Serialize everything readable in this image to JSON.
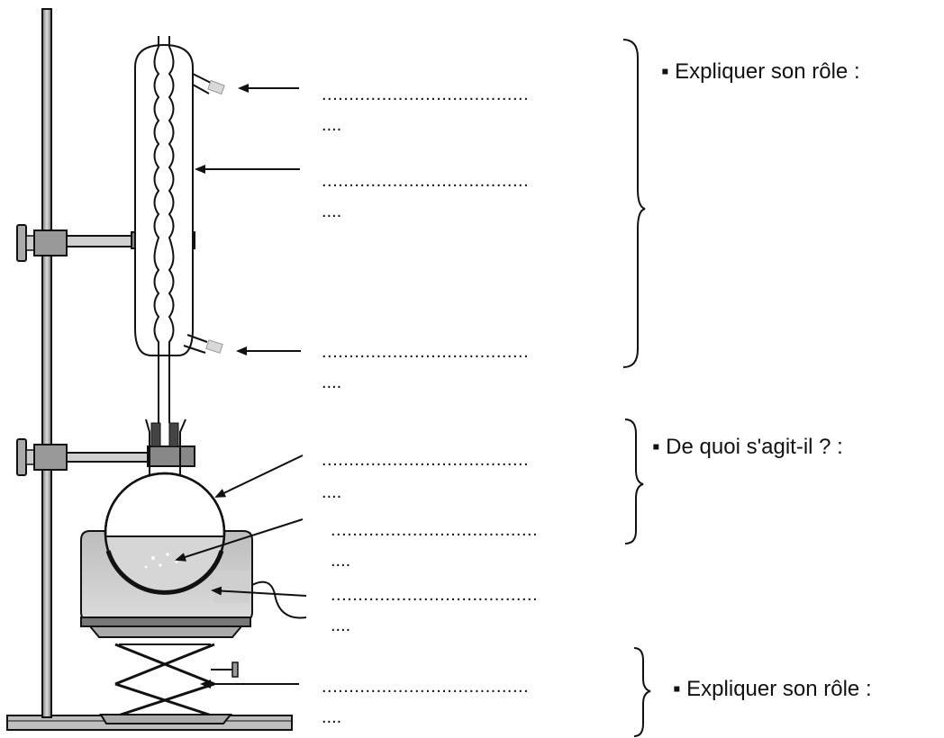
{
  "answer_blanks": [
    {
      "line1": "......................................",
      "line2": "...."
    },
    {
      "line1": "......................................",
      "line2": "...."
    },
    {
      "line1": "......................................",
      "line2": "...."
    },
    {
      "line1": "......................................",
      "line2": "...."
    },
    {
      "line1": "......................................",
      "line2": "...."
    },
    {
      "line1": "......................................",
      "line2": "...."
    },
    {
      "line1": "......................................",
      "line2": "...."
    }
  ],
  "questions": {
    "condenser": "▪ Expliquer son rôle :",
    "flask": "▪ De quoi s'agit-il ?  :",
    "lab_jack": "▪ Expliquer son rôle :"
  },
  "colors": {
    "ink": "#111111",
    "liquid": "#d6d6d6",
    "heater": "#cfcfcf",
    "metal": "#9a9a9a"
  }
}
